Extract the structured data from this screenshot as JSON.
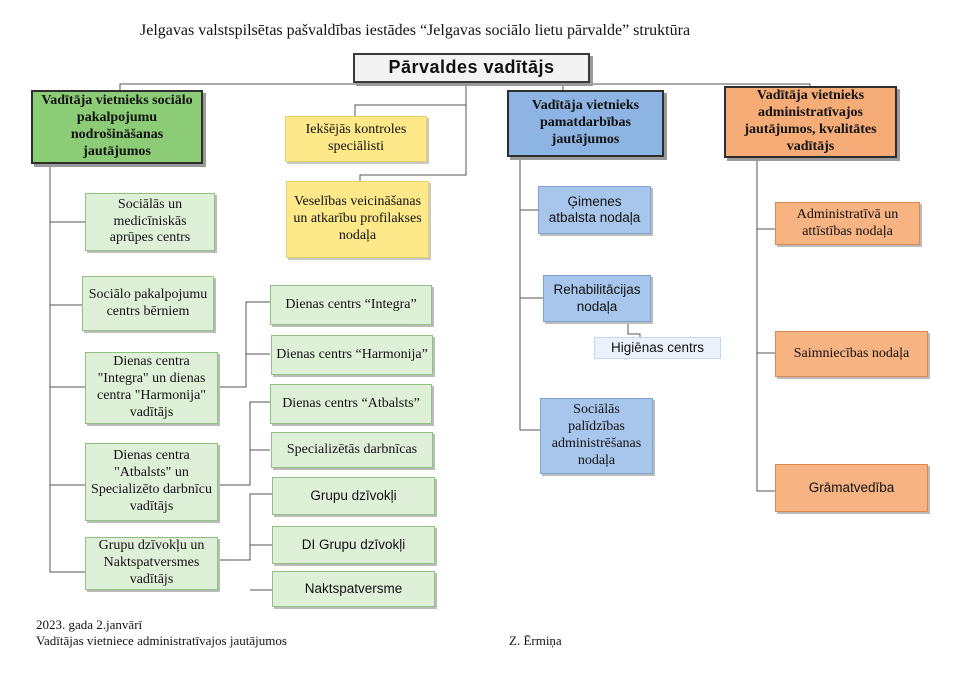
{
  "title": "Jelgavas valstspilsētas pašvaldības iestādes “Jelgavas sociālo lietu pārvalde” struktūra",
  "top": "Pārvaldes vadītājs",
  "deputies": {
    "social": "Vadītāja vietnieks sociālo pakalpojumu nodrošināšanas jautājumos",
    "main": "Vadītāja vietnieks pamatdarbības jautājumos",
    "admin": "Vadītāja vietnieks administratīvajos jautājumos, kvalitātes vadītājs"
  },
  "staff": {
    "internal_control": "Iekšējās kontroles speciālisti",
    "health": "Veselības veicināšanas un atkarību profilakses nodaļa"
  },
  "social_units": {
    "medical_center": "Sociālās un medicīniskās aprūpes centrs",
    "children_center": "Sociālo pakalpojumu centrs bērniem",
    "integra_harmonija_head": "Dienas centra \"Integra\" un dienas centra \"Harmonija\" vadītājs",
    "atbalsts_head": "Dienas centra \"Atbalsts\" un Specializēto darbnīcu vadītājs",
    "apartments_head": "Grupu dzīvokļu un Naktspatversmes vadītājs"
  },
  "sub_units": {
    "integra": "Dienas centrs “Integra”",
    "harmonija": "Dienas centrs “Harmonija”",
    "atbalsts": "Dienas centrs “Atbalsts”",
    "workshops": "Specializētās darbnīcas",
    "group_apartments": "Grupu dzīvokļi",
    "di_group_apartments": "DI Grupu dzīvokļi",
    "night_shelter": "Naktspatversme"
  },
  "main_units": {
    "family": "Ģimenes atbalsta nodaļa",
    "rehab": "Rehabilitācijas nodaļa",
    "hygiene": "Higiēnas centrs",
    "benefits": "Sociālās palīdzības administrēšanas nodaļa"
  },
  "admin_units": {
    "admin_dev": "Administratīvā un attīstības nodaļa",
    "maintenance": "Saimniecības nodaļa",
    "accounting": "Grāmatvedība"
  },
  "footer": {
    "date": "2023. gada 2.janvārī",
    "position": "Vadītājas vietniece administratīvajos jautājumos",
    "signer": "Z. Ērmiņa"
  },
  "colors": {
    "green_head": "#8dcc76",
    "green_unit": "#dff0d8",
    "yellow": "#fde98a",
    "blue_head": "#8db4e2",
    "blue_unit": "#a8c6ec",
    "orange_head": "#f5ac77",
    "orange_unit": "#f8b383"
  }
}
